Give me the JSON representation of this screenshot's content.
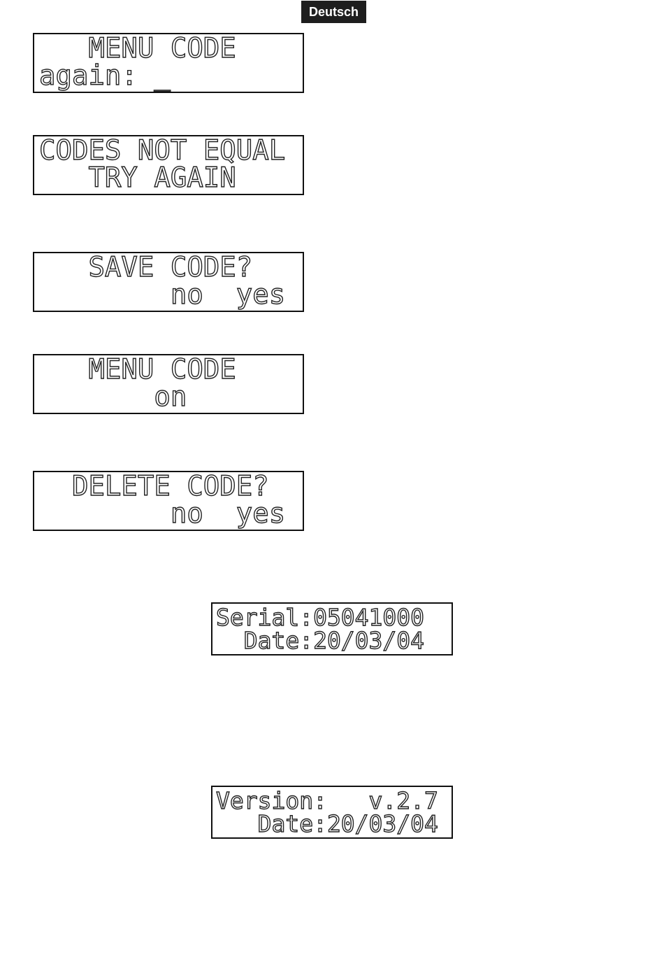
{
  "header": {
    "language_label": "Deutsch"
  },
  "displays": [
    {
      "line1": "   MENU CODE",
      "line2": "again: _"
    },
    {
      "line1": "CODES NOT EQUAL",
      "line2": "   TRY AGAIN"
    },
    {
      "line1": "   SAVE CODE?",
      "line2": "        no  yes"
    },
    {
      "line1": "   MENU CODE",
      "line2": "       on"
    },
    {
      "line1": "  DELETE CODE?",
      "line2": "        no  yes"
    },
    {
      "line1": "Serial:05041000",
      "line2": "  Date:20/03/04"
    },
    {
      "line1": "Version:   v.2.7",
      "line2": "   Date:20/03/04"
    }
  ]
}
